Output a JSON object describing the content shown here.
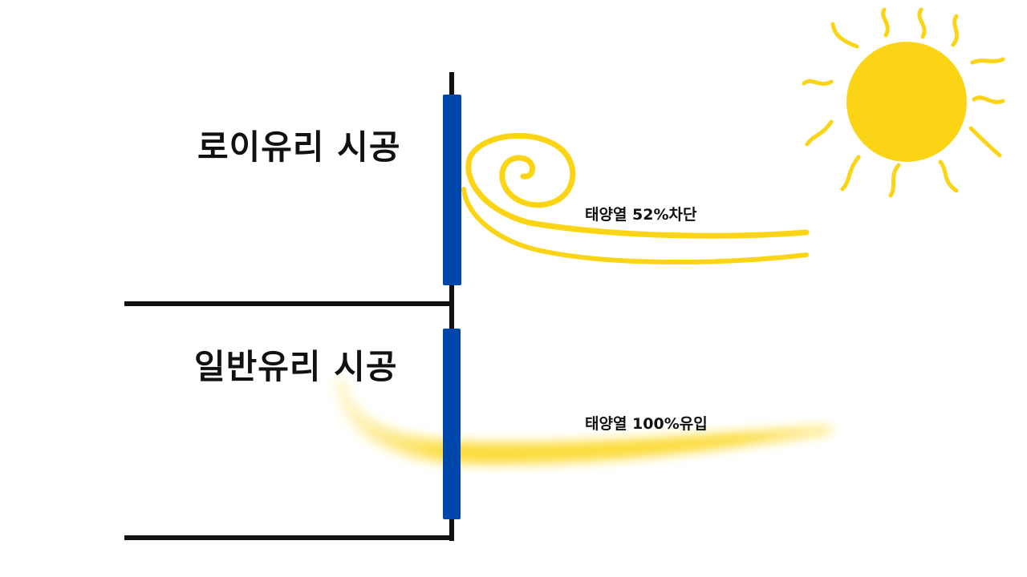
{
  "labels": {
    "low_e_glass": "로이유리 시공",
    "normal_glass": "일반유리 시공"
  },
  "captions": {
    "heat_blocked": "태양열 52%차단",
    "heat_inflow": "태양열 100%유입"
  },
  "colors": {
    "wall": "#111111",
    "glass": "#0047AB",
    "sun": "#FBD515",
    "heat": "#FBD515"
  },
  "icons": {
    "sun": "sun-icon"
  }
}
